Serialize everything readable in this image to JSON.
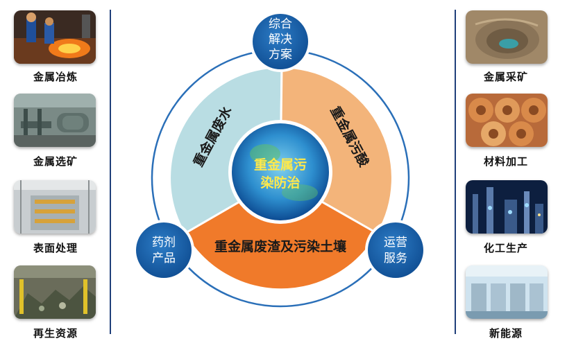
{
  "left_items": [
    {
      "label": "金属冶炼",
      "icon": "smelting-photo"
    },
    {
      "label": "金属选矿",
      "icon": "ore-dressing-photo"
    },
    {
      "label": "表面处理",
      "icon": "surface-treatment-photo"
    },
    {
      "label": "再生资源",
      "icon": "recycling-photo"
    }
  ],
  "right_items": [
    {
      "label": "金属采矿",
      "icon": "mining-photo"
    },
    {
      "label": "材料加工",
      "icon": "material-processing-photo"
    },
    {
      "label": "化工生产",
      "icon": "chemical-production-photo"
    },
    {
      "label": "新能源",
      "icon": "new-energy-photo"
    }
  ],
  "center": {
    "line1": "重金属污",
    "line2": "染防治"
  },
  "segments": {
    "wastewater": "重金属废水",
    "acid": "重金属污酸",
    "residue_soil": "重金属废渣及污染土壤"
  },
  "nodes": {
    "solutions": [
      "综合",
      "解决",
      "方案"
    ],
    "products": [
      "药剂",
      "产品"
    ],
    "operations": [
      "运营",
      "服务"
    ]
  },
  "colors": {
    "wastewater_fill": "#b9dde3",
    "acid_fill": "#f3b47a",
    "residue_fill": "#f07a2a",
    "node_fill": "#1a5fa6",
    "ring": "#2a6fb8",
    "divider": "#1f3f7a"
  }
}
